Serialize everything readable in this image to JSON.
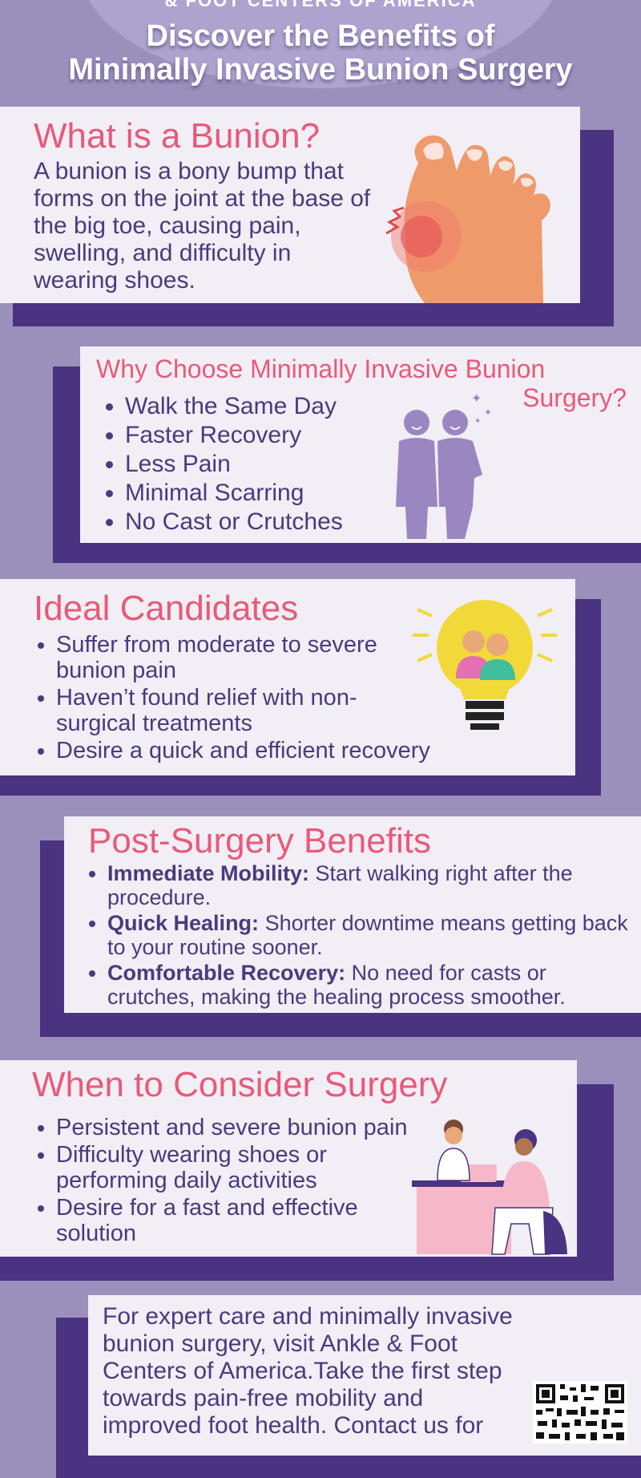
{
  "header": {
    "brand": "& FOOT CENTERS OF AMERICA",
    "title_line1": "Discover the Benefits of",
    "title_line2": "Minimally Invasive Bunion Surgery"
  },
  "sections": {
    "what": {
      "heading": "What is a Bunion?",
      "text": "A bunion is a bony bump that forms on the joint at the base of the big toe, causing pain, swelling, and difficulty in wearing shoes."
    },
    "why": {
      "heading_line1": "Why Choose Minimally Invasive Bunion",
      "heading_line2": "Surgery?",
      "items": [
        "Walk the Same Day",
        "Faster Recovery",
        "Less Pain",
        "Minimal Scarring",
        "No Cast or Crutches"
      ]
    },
    "candidates": {
      "heading": "Ideal Candidates",
      "items": [
        "Suffer from moderate to severe bunion pain",
        "Haven’t found relief with non-surgical treatments",
        "Desire a quick and efficient recovery"
      ]
    },
    "benefits": {
      "heading": "Post-Surgery Benefits",
      "items": [
        {
          "label": "Immediate Mobility:",
          "text": "Start walking right after the procedure."
        },
        {
          "label": "Quick Healing:",
          "text": "Shorter downtime means getting back to your routine sooner."
        },
        {
          "label": "Comfortable Recovery:",
          "text": "No need for casts or crutches, making the healing process smoother."
        }
      ]
    },
    "consider": {
      "heading": "When to Consider Surgery",
      "items": [
        "Persistent and severe bunion pain",
        "Difficulty wearing shoes or performing daily activities",
        "Desire for a fast and effective solution"
      ]
    },
    "cta": {
      "text": "For expert care and minimally invasive bunion surgery, visit Ankle & Foot Centers of America.Take the first step towards pain-free mobility and improved foot health. Contact us for"
    }
  }
}
